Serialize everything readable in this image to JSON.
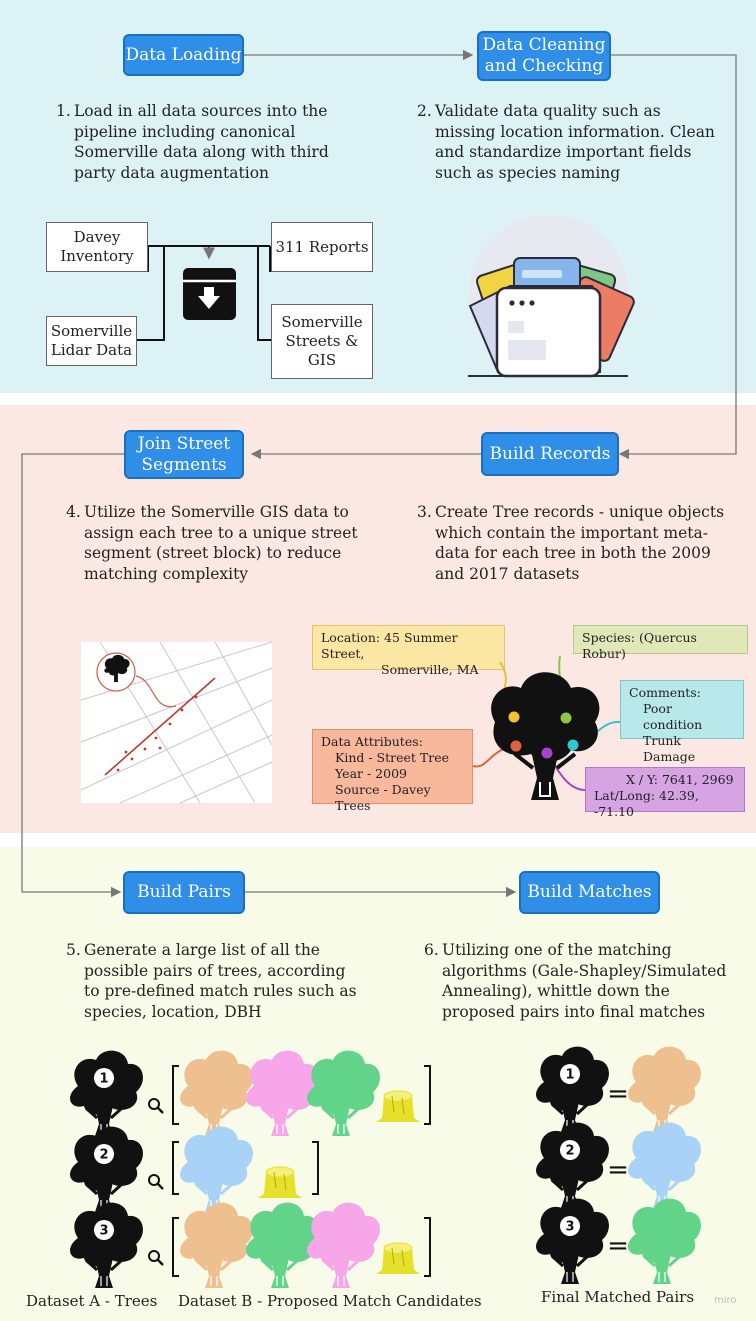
{
  "steps": {
    "data_loading": "Data Loading",
    "data_cleaning": "Data Cleaning and Checking",
    "build_records": "Build Records",
    "join_streets": "Join Street Segments",
    "build_pairs": "Build Pairs",
    "build_matches": "Build Matches"
  },
  "descriptions": {
    "d1_num": "1.",
    "d1": "Load in all data sources into the pipeline including canonical Somerville data along with third party data augmentation",
    "d2_num": "2.",
    "d2": "Validate data quality such as missing location information. Clean and standardize important fields such as species naming",
    "d3_num": "3.",
    "d3": "Create Tree records - unique objects which contain the important meta-data for each tree in both the 2009 and 2017 datasets",
    "d4_num": "4.",
    "d4": "Utilize the Somerville GIS data to assign each tree to a unique street segment (street block) to reduce matching complexity",
    "d5_num": "5.",
    "d5": "Generate a large list of all the possible pairs of trees, according to pre-defined match rules such as species, location, DBH",
    "d6_num": "6.",
    "d6": "Utilizing one of the matching algorithms (Gale-Shapley/Simulated Annealing), whittle down the proposed pairs into final matches"
  },
  "sources": {
    "davey": "Davey Inventory",
    "reports": "311 Reports",
    "lidar": "Somerville Lidar Data",
    "streets": "Somerville Streets & GIS"
  },
  "record": {
    "location_label": "Location: 45 Summer Street,",
    "location_city": "Somerville, MA",
    "species": "Species: (Quercus Robur)",
    "comments_label": "Comments:",
    "comments_1": "Poor condition",
    "comments_2": "Trunk Damage",
    "attr_label": "Data Attributes:",
    "attr_1": "Kind - Street Tree",
    "attr_2": "Year - 2009",
    "attr_3": "Source - Davey Trees",
    "xy": "X / Y:  7641, 2969",
    "latlong": "Lat/Long:  42.39, -71.10"
  },
  "pairs": {
    "rows": [
      {
        "num": "1",
        "candidates": [
          "tan-tree-icon",
          "pink-tree-icon",
          "green-tree-icon",
          "stump-icon"
        ]
      },
      {
        "num": "2",
        "candidates": [
          "blue-tree-icon",
          "stump-icon"
        ]
      },
      {
        "num": "3",
        "candidates": [
          "tan-tree-icon",
          "green-tree-icon",
          "pink-tree-icon",
          "stump-icon"
        ]
      }
    ],
    "matches": [
      {
        "num": "1",
        "match": "tan-tree-icon"
      },
      {
        "num": "2",
        "match": "blue-tree-icon"
      },
      {
        "num": "3",
        "match": "green-tree-icon"
      }
    ],
    "eq": "=",
    "dataset_a": "Dataset A - Trees",
    "dataset_b": "Dataset B - Proposed Match Candidates",
    "final": "Final Matched Pairs"
  },
  "colors": {
    "band1": "#dcf2f5",
    "band2": "#fce8e2",
    "band3": "#f8fbe8",
    "step": "#2f8ee8",
    "tan": "#eebf8f",
    "pink": "#f7a6ea",
    "green": "#62d489",
    "blue": "#a9d2f7",
    "stump": "#e6e02a",
    "loc_note": "#fbe6a3",
    "species_note": "#dfe8b6",
    "comments_note": "#b9e8ea",
    "attr_note": "#f8b89c",
    "xy_note": "#d6a4e3"
  },
  "watermark": "miro"
}
